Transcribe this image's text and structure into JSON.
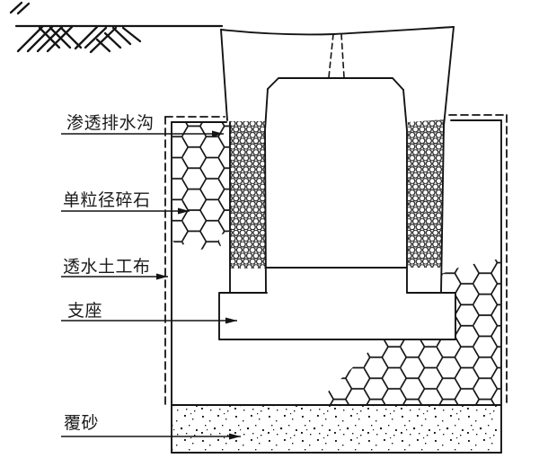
{
  "diagram": {
    "title_none_visible": "",
    "colors": {
      "background": "#ffffff",
      "line": "#141414"
    },
    "labels": [
      {
        "id": "seepage-drain",
        "text": "渗透排水沟"
      },
      {
        "id": "single-size-stone",
        "text": "单粒径碎石"
      },
      {
        "id": "permeable-geotextile",
        "text": "透水土工布"
      },
      {
        "id": "bearing",
        "text": "支座"
      },
      {
        "id": "sand-cover",
        "text": "覆砂"
      }
    ],
    "materials": [
      {
        "id": "crushed-stone-hex-pattern",
        "meaning": "单粒径碎石"
      },
      {
        "id": "gravel-circle-pattern",
        "meaning": "渗透排水沟"
      },
      {
        "id": "sand-dot-pattern",
        "meaning": "覆砂"
      }
    ]
  }
}
